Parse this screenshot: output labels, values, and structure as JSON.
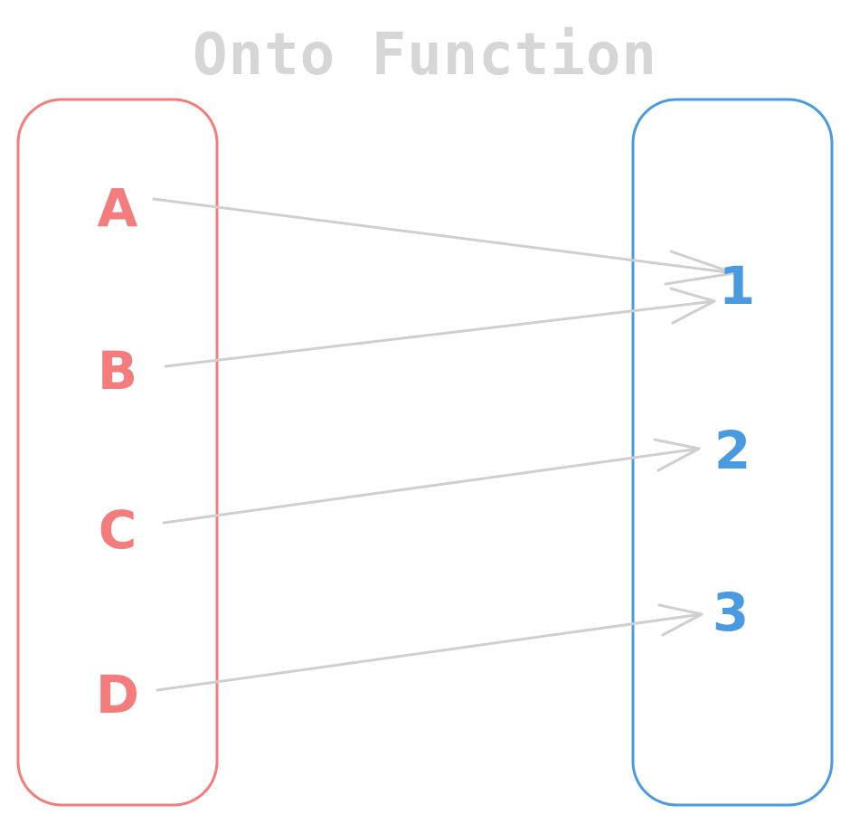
{
  "title": "Onto Function",
  "domain": {
    "color": "#f47c7c",
    "elements": [
      "A",
      "B",
      "C",
      "D"
    ]
  },
  "codomain": {
    "color": "#4a9ae0",
    "elements": [
      "1",
      "2",
      "3"
    ]
  },
  "arrow_color": "#cfcfcf",
  "mappings": [
    {
      "from": "A",
      "to": "1"
    },
    {
      "from": "B",
      "to": "1"
    },
    {
      "from": "C",
      "to": "2"
    },
    {
      "from": "D",
      "to": "3"
    }
  ]
}
